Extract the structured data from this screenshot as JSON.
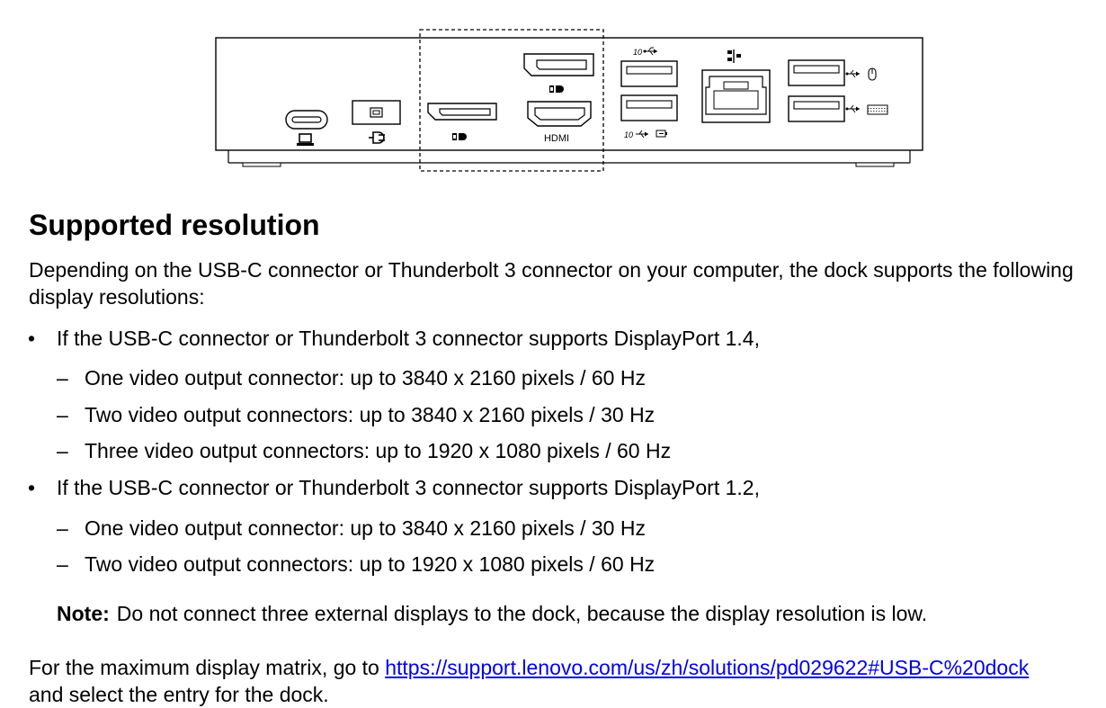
{
  "figure": {
    "labels": {
      "hdmi": "HDMI",
      "usb_speed_top": "10",
      "usb_speed_bottom": "10"
    },
    "icons": [
      "laptop-icon",
      "power-plug-icon",
      "displayport-logo-icon",
      "usb-icon",
      "ethernet-network-icon",
      "mouse-icon",
      "keyboard-icon",
      "battery-charging-icon"
    ]
  },
  "document": {
    "heading": "Supported resolution",
    "intro": "Depending on the USB-C connector or Thunderbolt 3 connector on your computer, the dock supports the following display resolutions:",
    "bullet_mark": "•",
    "dash_mark": "–",
    "bullets": [
      {
        "text": "If the USB-C connector or Thunderbolt 3 connector supports DisplayPort 1.4,",
        "items": [
          "One video output connector: up to 3840 x 2160 pixels / 60 Hz",
          "Two video output connectors: up to 3840 x 2160 pixels / 30 Hz",
          "Three video output connectors: up to 1920 x 1080 pixels / 60 Hz"
        ]
      },
      {
        "text": "If the USB-C connector or Thunderbolt 3 connector supports DisplayPort 1.2,",
        "items": [
          "One video output connector: up to 3840 x 2160 pixels / 30 Hz",
          "Two video output connectors: up to 1920 x 1080 pixels / 60 Hz"
        ]
      }
    ],
    "note": {
      "label": "Note:",
      "text": "Do not connect three external displays to the dock, because the display resolution is low."
    },
    "footer": {
      "before": "For the maximum display matrix, go to ",
      "link": "https://support.lenovo.com/us/zh/solutions/pd029622#USB-C%20dock",
      "after": "and select the entry for the dock."
    }
  },
  "colors": {
    "text": "#000000",
    "link": "#0000ee"
  }
}
